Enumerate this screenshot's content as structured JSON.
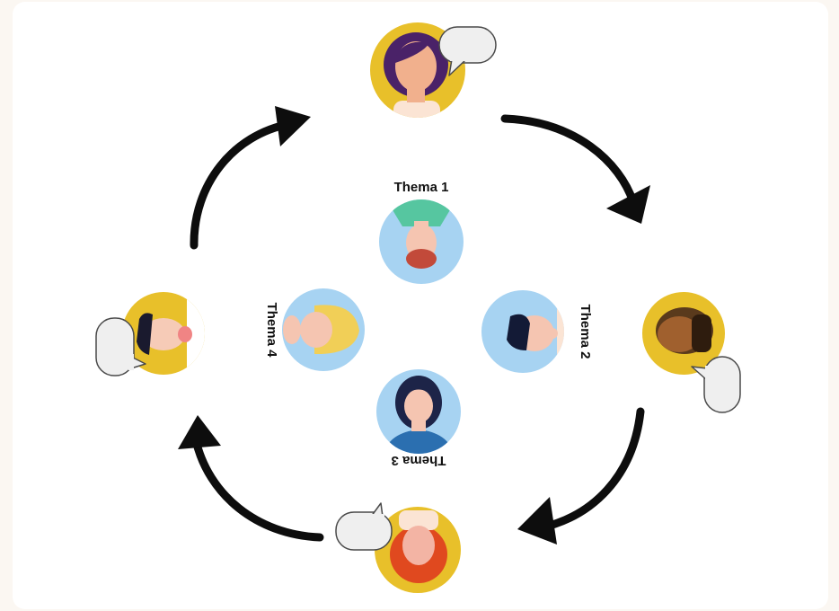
{
  "topics": [
    {
      "label": "Thema 1"
    },
    {
      "label": "Thema 2"
    },
    {
      "label": "Thema 3"
    },
    {
      "label": "Thema 4"
    }
  ],
  "participants": [
    {
      "position": "top"
    },
    {
      "position": "right"
    },
    {
      "position": "bottom"
    },
    {
      "position": "left"
    }
  ],
  "colors": {
    "outer_ring": "#e8c02a",
    "inner_ring": "#a7d3f2",
    "arrow": "#0d0d0d",
    "speech_bubble": "#efefef"
  },
  "icons": {
    "participant": "person-avatar-icon",
    "speech": "speech-bubble-icon",
    "flow": "curved-arrow-icon"
  }
}
